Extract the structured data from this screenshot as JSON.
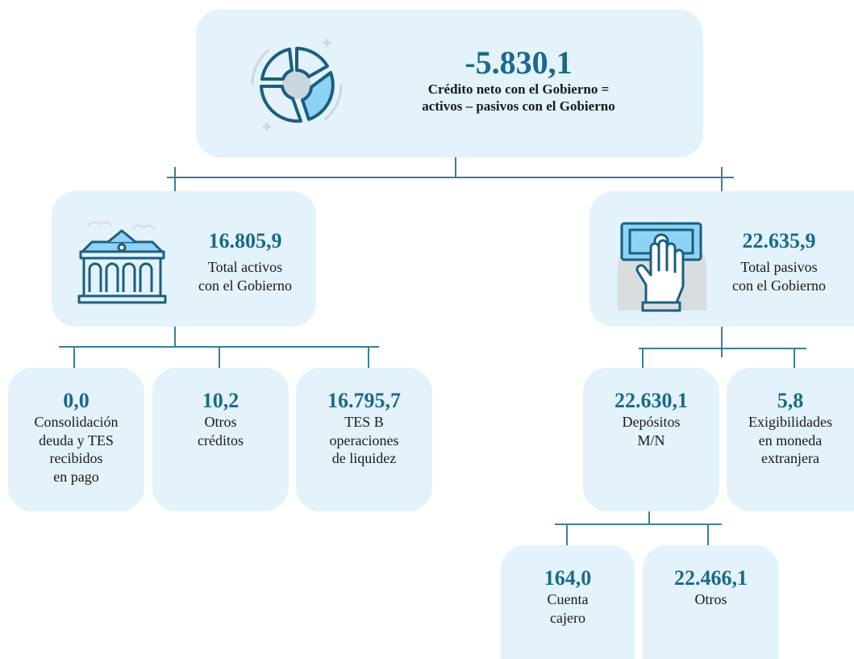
{
  "root": {
    "value": "-5.830,1",
    "label_line1": "Crédito neto con el Gobierno =",
    "label_line2": "activos – pasivos con el Gobierno"
  },
  "assets": {
    "value": "16.805,9",
    "label_line1": "Total activos",
    "label_line2": "con el Gobierno"
  },
  "liabilities": {
    "value": "22.635,9",
    "label_line1": "Total pasivos",
    "label_line2": "con el Gobierno"
  },
  "asset_items": [
    {
      "value": "0,0",
      "lines": [
        "Consolidación",
        "deuda y TES",
        "recibidos",
        "en pago"
      ]
    },
    {
      "value": "10,2",
      "lines": [
        "Otros",
        "créditos"
      ]
    },
    {
      "value": "16.795,7",
      "lines": [
        "TES B",
        "operaciones",
        "de liquidez"
      ]
    }
  ],
  "liability_items": [
    {
      "value": "22.630,1",
      "lines": [
        "Depósitos",
        "M/N"
      ]
    },
    {
      "value": "5,8",
      "lines": [
        "Exigibilidades",
        "en moneda",
        "extranjera"
      ]
    }
  ],
  "deposit_items": [
    {
      "value": "164,0",
      "lines": [
        "Cuenta",
        "cajero"
      ]
    },
    {
      "value": "22.466,1",
      "lines": [
        "Otros"
      ]
    }
  ],
  "colors": {
    "box_fill": "#e3f2fb",
    "value_text": "#1a6a8a",
    "connector": "#3b7d99",
    "icon_stroke": "#1a5f80",
    "icon_accent": "#8fd3f4"
  },
  "icons": [
    "pie-chart-icon",
    "bank-building-icon",
    "hand-banknote-icon"
  ]
}
